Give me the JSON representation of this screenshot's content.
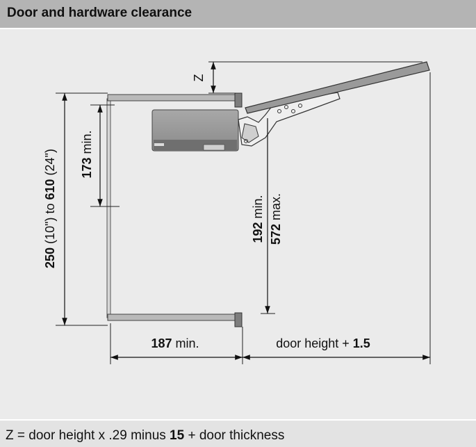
{
  "header": {
    "title": "Door and hardware clearance"
  },
  "diagram": {
    "z_label": "Z",
    "min_173": {
      "num": "173",
      "unit": " min."
    },
    "height_range": {
      "a": "250",
      "b": " (10\") to ",
      "c": "610",
      "d": " (24\")"
    },
    "min_192": {
      "num": "192",
      "unit": " min."
    },
    "max_572": {
      "num": "572",
      "unit": " max."
    },
    "width_187": {
      "num": "187",
      "unit": " min."
    },
    "door_height": {
      "text": "door height + ",
      "num": "1.5"
    }
  },
  "footer": {
    "pre": "Z = door height x .29 minus ",
    "num": "15",
    "post": " + door thickness"
  }
}
